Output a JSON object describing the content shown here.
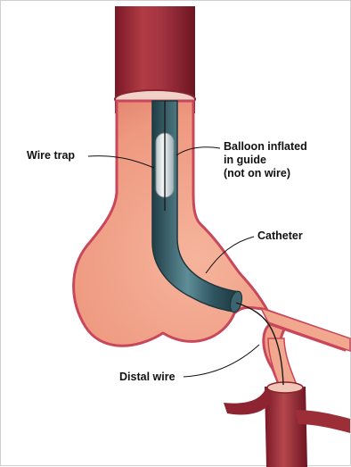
{
  "labels": {
    "wire_trap": "Wire trap",
    "balloon": "Balloon inflated\nin guide\n(not on wire)",
    "catheter": "Catheter",
    "distal_wire": "Distal wire"
  },
  "colors": {
    "vessel_dark": "#8b1e2b",
    "vessel_mid": "#a8343c",
    "aneurysm_fill": "#ef9a82",
    "aneurysm_wall": "#c8475a",
    "catheter": "#2f5560",
    "catheter_highlight": "#6a9aa4",
    "balloon": "#dfe4e6"
  }
}
